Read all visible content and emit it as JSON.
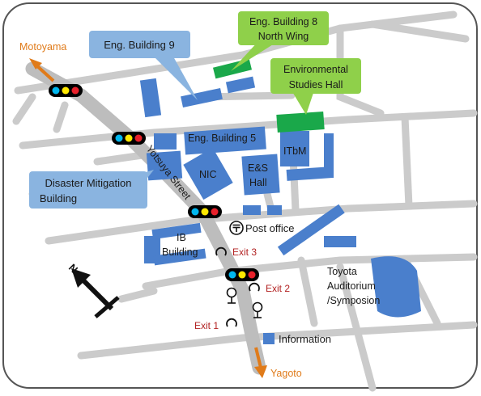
{
  "directions": {
    "north": "Motoyama",
    "south": "Yagoto"
  },
  "street": "Yotsuya Street",
  "buildings": {
    "eng9": "Eng. Building 9",
    "eng8_line1": "Eng. Building 8",
    "eng8_line2": "North Wing",
    "env_line1": "Environmental",
    "env_line2": "Studies Hall",
    "eng5": "Eng. Building 5",
    "itbm": "ITbM",
    "nic": "NIC",
    "es_line1": "E&S",
    "es_line2": "Hall",
    "disaster_line1": "Disaster Mitigation",
    "disaster_line2": "Building",
    "ib_line1": "IB",
    "ib_line2": "Building",
    "toyota_line1": "Toyota",
    "toyota_line2": "Auditorium",
    "toyota_line3": "/Symposion"
  },
  "poi": {
    "post_office": "Post office",
    "exit1": "Exit 1",
    "exit2": "Exit 2",
    "exit3": "Exit 3",
    "information": "Information"
  },
  "compass": "N",
  "colors": {
    "building": "#4a7fcc",
    "green_building": "#1aa84a",
    "callout_blue": "#8ab4e0",
    "callout_green": "#8fd04a",
    "road": "#c8c8c8",
    "street": "#bdbdbd",
    "arrow": "#e07b1a",
    "exit_text": "#b22222"
  }
}
